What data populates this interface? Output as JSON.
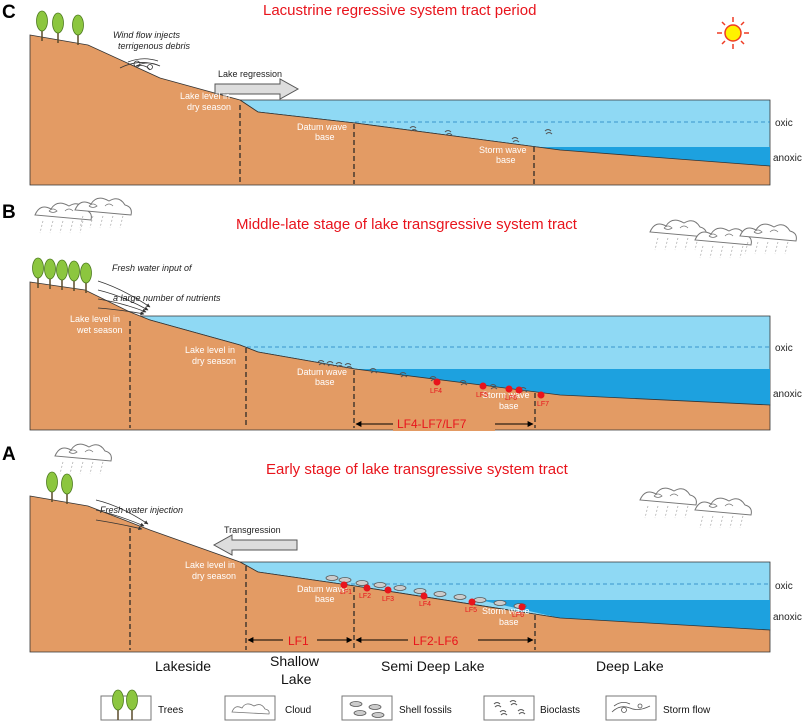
{
  "panels": {
    "C": {
      "letter": "C",
      "title": "Lacustrine regressive system tract period",
      "wind_label_1": "Wind flow injects",
      "wind_label_2": "terrigenous debris",
      "arrow_label": "Lake regression",
      "lake_level_1": "Lake level in",
      "lake_level_2": "dry season",
      "datum_1": "Datum wave",
      "datum_2": "base",
      "storm_1": "Storm wave",
      "storm_2": "base",
      "oxic": "oxic",
      "anoxic": "anoxic"
    },
    "B": {
      "letter": "B",
      "title": "Middle-late stage of lake transgressive system tract",
      "fresh_label_1": "Fresh water input of",
      "fresh_label_2": "a large number of nutrients",
      "wet_1": "Lake level in",
      "wet_2": "wet season",
      "dry_1": "Lake level in",
      "dry_2": "dry season",
      "datum_1": "Datum wave",
      "datum_2": "base",
      "storm_1": "Storm wave",
      "storm_2": "base",
      "lf_labels": [
        "LF4",
        "LF5",
        "LF6",
        "LF7"
      ],
      "range_label": "LF4-LF7/LF7",
      "oxic": "oxic",
      "anoxic": "anoxic"
    },
    "A": {
      "letter": "A",
      "title": "Early stage of lake transgressive system tract",
      "fresh_label": "Fresh water injection",
      "arrow_label": "Transgression",
      "dry_1": "Lake level in",
      "dry_2": "dry season",
      "datum_1": "Datum wave",
      "datum_2": "base",
      "storm_1": "Storm wave",
      "storm_2": "base",
      "lf_labels": [
        "LF1",
        "LF2",
        "LF3",
        "LF4",
        "LF5",
        "LF6"
      ],
      "range1": "LF1",
      "range2": "LF2-LF6",
      "oxic": "oxic",
      "anoxic": "anoxic"
    }
  },
  "zones": {
    "lakeside": "Lakeside",
    "shallow_1": "Shallow",
    "shallow_2": "Lake",
    "semi_deep": "Semi Deep Lake",
    "deep": "Deep Lake"
  },
  "legend": {
    "trees": "Trees",
    "cloud": "Cloud",
    "shell": "Shell fossils",
    "bioclasts": "Bioclasts",
    "storm": "Storm flow"
  },
  "colors": {
    "ground": "#e39b64",
    "water_light": "#8fd9f4",
    "water_deep": "#1da1df",
    "title_red": "#e8141c",
    "tree_green": "#8cc63f",
    "sun_yellow": "#fff200",
    "sun_red": "#ef3b24"
  }
}
